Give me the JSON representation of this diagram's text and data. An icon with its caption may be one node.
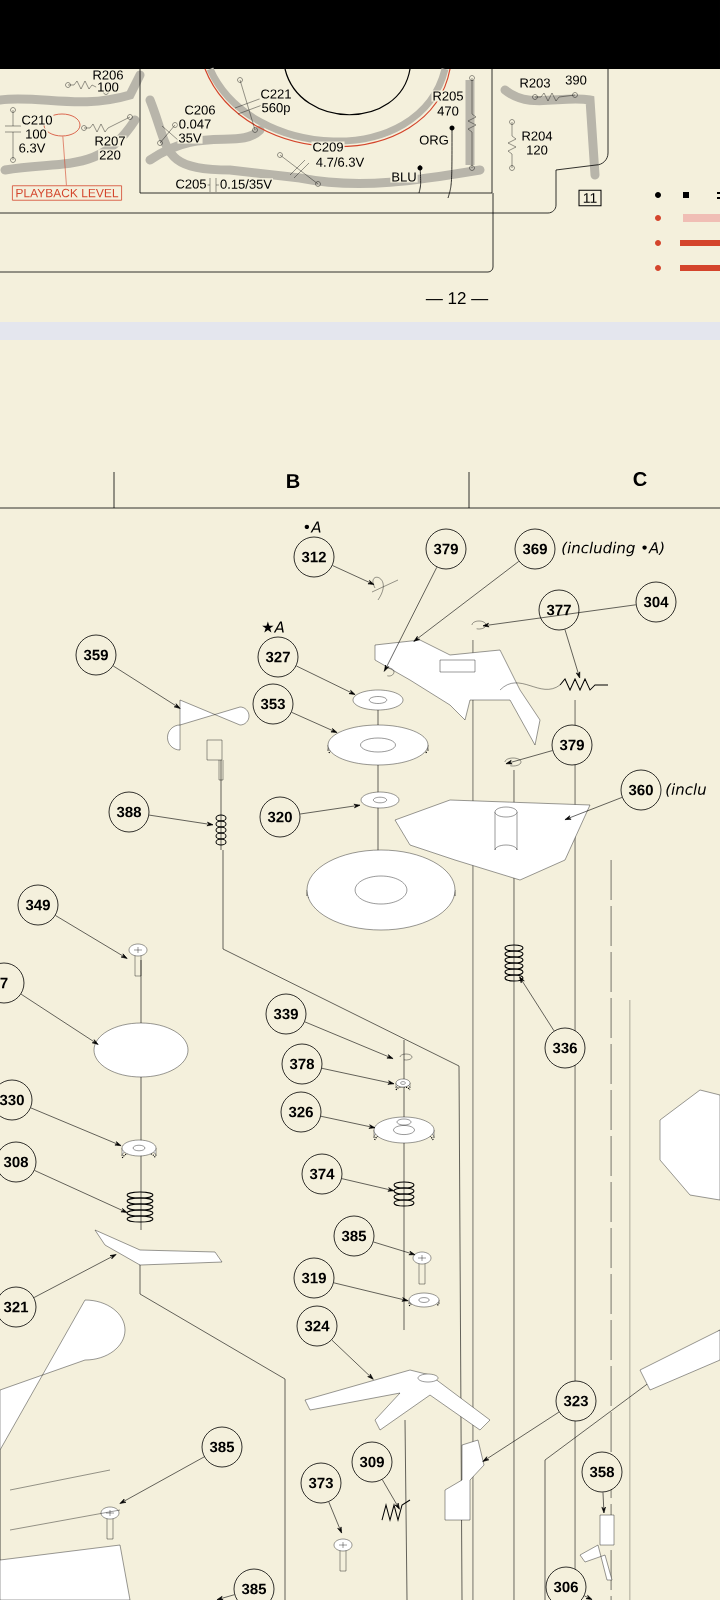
{
  "diagram": {
    "nodes": [
      {
        "text": [],
        "shape": "circle"
      },
      {
        "text": [
          "PLAYBACK LEVEL"
        ]
      },
      {
        "text": [
          "11"
        ]
      },
      {
        "text": [
          "312"
        ],
        "beside": [
          "•A"
        ]
      },
      {
        "text": [
          "379"
        ]
      },
      {
        "text": [
          "369"
        ],
        "beside": [
          "(including •A)"
        ]
      },
      {
        "text": [
          "304"
        ]
      },
      {
        "text": [
          "377"
        ]
      },
      {
        "text": [
          "359"
        ]
      },
      {
        "text": [
          "327"
        ],
        "beside": [
          "★A"
        ]
      },
      {
        "text": [
          "353"
        ]
      },
      {
        "text": [
          "379"
        ]
      },
      {
        "text": [
          "360"
        ],
        "beside": [
          "(inclu"
        ]
      },
      {
        "text": [
          "388"
        ]
      },
      {
        "text": [
          "320"
        ]
      },
      {
        "text": [
          "349"
        ]
      },
      {
        "text": [
          "7"
        ]
      },
      {
        "text": [
          "339"
        ]
      },
      {
        "text": [
          "336"
        ]
      },
      {
        "text": [
          "378"
        ]
      },
      {
        "text": [
          "330"
        ]
      },
      {
        "text": [
          "326"
        ]
      },
      {
        "text": [
          "308"
        ]
      },
      {
        "text": [
          "374"
        ]
      },
      {
        "text": [
          "385"
        ]
      },
      {
        "text": [
          "319"
        ]
      },
      {
        "text": [
          "321"
        ]
      },
      {
        "text": [
          "324"
        ]
      },
      {
        "text": [
          "323"
        ]
      },
      {
        "text": [
          "385"
        ]
      },
      {
        "text": [
          "309"
        ]
      },
      {
        "text": [
          "358"
        ]
      },
      {
        "text": [
          "373"
        ]
      },
      {
        "text": [
          "306"
        ]
      },
      {
        "text": [
          "385"
        ]
      }
    ],
    "edges": [
      {
        "from": 1,
        "to": 0,
        "arrow": "none",
        "color": "#d4452c"
      },
      {
        "from": 3,
        "to": null,
        "arrow": "to"
      },
      {
        "from": 4,
        "to": null,
        "arrow": "to"
      },
      {
        "from": 5,
        "to": null,
        "arrow": "to"
      },
      {
        "from": 6,
        "to": null,
        "arrow": "to"
      },
      {
        "from": 7,
        "to": null,
        "arrow": "to"
      },
      {
        "from": 8,
        "to": null,
        "arrow": "to"
      },
      {
        "from": 9,
        "to": null,
        "arrow": "to"
      },
      {
        "from": 10,
        "to": null,
        "arrow": "to"
      },
      {
        "from": 11,
        "to": null,
        "arrow": "to"
      },
      {
        "from": 12,
        "to": null,
        "arrow": "to"
      },
      {
        "from": 13,
        "to": null,
        "arrow": "to"
      },
      {
        "from": 14,
        "to": null,
        "arrow": "to"
      },
      {
        "from": 15,
        "to": null,
        "arrow": "to"
      },
      {
        "from": 16,
        "to": null,
        "arrow": "to"
      },
      {
        "from": 17,
        "to": null,
        "arrow": "to"
      },
      {
        "from": 18,
        "to": null,
        "arrow": "to"
      },
      {
        "from": 19,
        "to": null,
        "arrow": "to"
      },
      {
        "from": 20,
        "to": null,
        "arrow": "to"
      },
      {
        "from": 21,
        "to": null,
        "arrow": "to"
      },
      {
        "from": 22,
        "to": null,
        "arrow": "to"
      },
      {
        "from": 23,
        "to": null,
        "arrow": "to"
      },
      {
        "from": 24,
        "to": null,
        "arrow": "to"
      },
      {
        "from": 25,
        "to": null,
        "arrow": "to"
      },
      {
        "from": 26,
        "to": null,
        "arrow": "to"
      },
      {
        "from": 27,
        "to": null,
        "arrow": "to"
      },
      {
        "from": 28,
        "to": null,
        "arrow": "to"
      },
      {
        "from": 29,
        "to": null,
        "arrow": "to"
      },
      {
        "from": 30,
        "to": null,
        "arrow": "to"
      },
      {
        "from": 31,
        "to": null,
        "arrow": "to"
      },
      {
        "from": 32,
        "to": null,
        "arrow": "to"
      },
      {
        "from": 33,
        "to": null,
        "arrow": "to"
      },
      {
        "from": 34,
        "to": null,
        "arrow": "to"
      }
    ],
    "labels": [
      "R206",
      "100",
      "R203",
      "390",
      "C221",
      "560p",
      "R205",
      "470",
      "C206",
      "0.047",
      "35V",
      "C210",
      "100",
      "6.3V",
      "R207",
      "220",
      "ORG",
      "R204",
      "120",
      "C209",
      "4.7/6.3V",
      "BLU",
      "C205",
      "0.15/35V",
      "— 12 —",
      "B",
      "C"
    ]
  }
}
